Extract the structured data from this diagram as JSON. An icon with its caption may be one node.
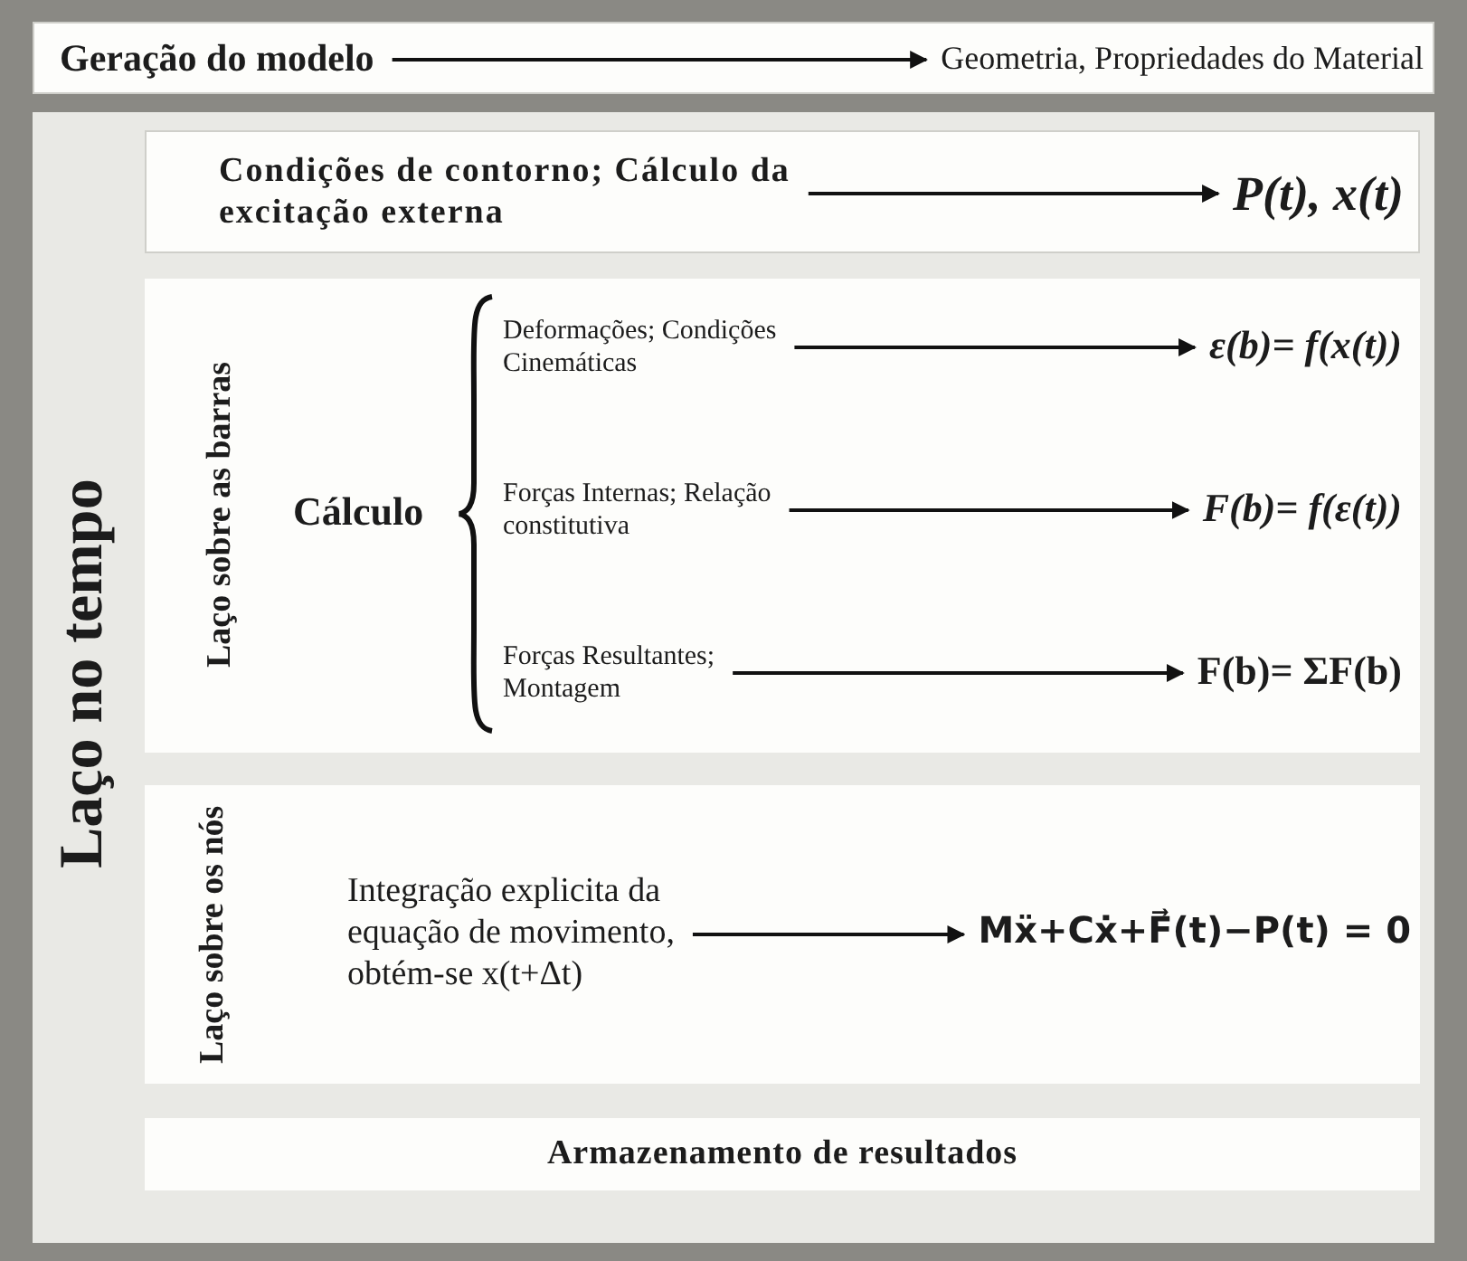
{
  "diagram": {
    "nodes": [
      {
        "text": [],
        "shape": "box"
      },
      {
        "text": [
          "Geração do modelo"
        ],
        "in": 0
      },
      {
        "text": [
          "Geometria, Propriedades do Material"
        ],
        "in": 0
      },
      {
        "text": [
          "Laço no tempo"
        ]
      },
      {
        "text": [],
        "shape": "box",
        "in": 3
      },
      {
        "text": [
          "Condições de contorno; Cálculo da excitação externa"
        ],
        "in": 4
      },
      {
        "text": [
          "P(t), x(t)"
        ],
        "in": 4
      },
      {
        "text": [
          "Laço sobre as barras"
        ],
        "in": 3
      },
      {
        "text": [
          "Cálculo"
        ],
        "in": 7
      },
      {
        "text": [
          "Deformações; Condições Cinemáticas"
        ],
        "in": 7
      },
      {
        "text": [
          "ε(b)= f(x(t))"
        ],
        "in": 7
      },
      {
        "text": [
          "Forças Internas; Relação constitutiva"
        ],
        "in": 7
      },
      {
        "text": [
          "F(b)= f(ε(t))"
        ],
        "in": 7
      },
      {
        "text": [
          "Forças Resultantes; Montagem"
        ],
        "in": 7
      },
      {
        "text": [
          "F(b)= ΣF(b)"
        ],
        "in": 7
      },
      {
        "text": [
          "Laço sobre os nós"
        ],
        "in": 3
      },
      {
        "text": [
          "Integração explicita da equação de movimento, obtém-se x(t+Δt)"
        ],
        "in": 15
      },
      {
        "text": [
          "Mẍ+Cẋ+F⃗(t)−P(t) = 0"
        ],
        "in": 15
      },
      {
        "text": [
          "Armazenamento de resultados"
        ],
        "in": 3
      }
    ],
    "edges": [
      {
        "from": 1,
        "to": 2,
        "arrow": "to"
      },
      {
        "from": 5,
        "to": 6,
        "arrow": "to"
      },
      {
        "from": 9,
        "to": 10,
        "arrow": "to"
      },
      {
        "from": 11,
        "to": 12,
        "arrow": "to"
      },
      {
        "from": 13,
        "to": 14,
        "arrow": "to"
      },
      {
        "from": 16,
        "to": 17,
        "arrow": "to"
      }
    ]
  }
}
